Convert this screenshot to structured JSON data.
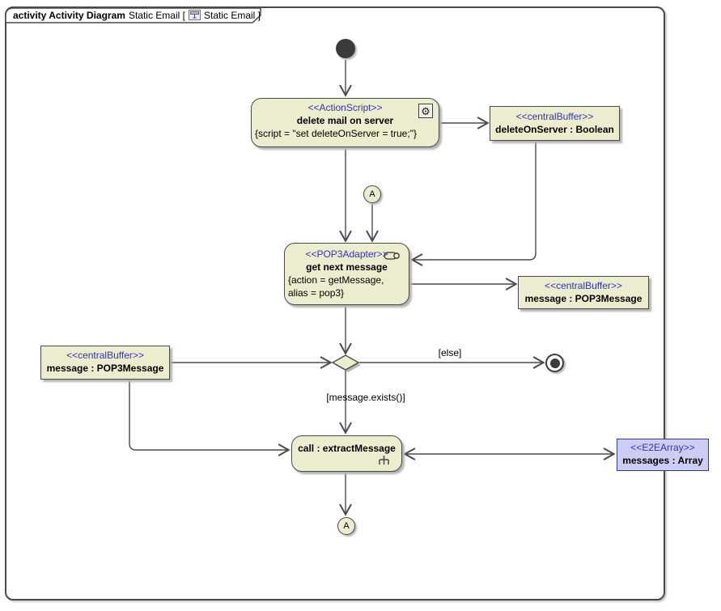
{
  "frame": {
    "kind": "activity Activity Diagram",
    "title": "Static Email [",
    "title_close": "Static Email ]"
  },
  "nodes": {
    "deleteMail": {
      "stereotype": "<<ActionScript>>",
      "name": "delete mail on server",
      "props": "{script = \"set deleteOnServer = true;\"}"
    },
    "deleteOnServer": {
      "stereotype": "<<centralBuffer>>",
      "name": "deleteOnServer : Boolean"
    },
    "getNext": {
      "stereotype": "<<POP3Adapter>>",
      "name": "get next message",
      "props1": "{action = getMessage,",
      "props2": "alias = pop3}"
    },
    "msgRight": {
      "stereotype": "<<centralBuffer>>",
      "name": "message : POP3Message"
    },
    "msgLeft": {
      "stereotype": "<<centralBuffer>>",
      "name": "message : POP3Message"
    },
    "extract": {
      "name": "call : extractMessage"
    },
    "e2e": {
      "stereotype": "<<E2EArray>>",
      "name": "messages : Array"
    },
    "connTop": {
      "label": "A"
    },
    "connBottom": {
      "label": "A"
    }
  },
  "guards": {
    "else": "[else]",
    "exists": "[message.exists()]"
  },
  "colors": {
    "node_fill": "#ECECCE",
    "node_border": "#4A4A4A",
    "stereotype": "#3333BB",
    "e2e_fill": "#CDCDF4",
    "e2e_border": "#3A3A8C",
    "edge": "#4A4A4A",
    "shadow": "#B4B4B4"
  }
}
